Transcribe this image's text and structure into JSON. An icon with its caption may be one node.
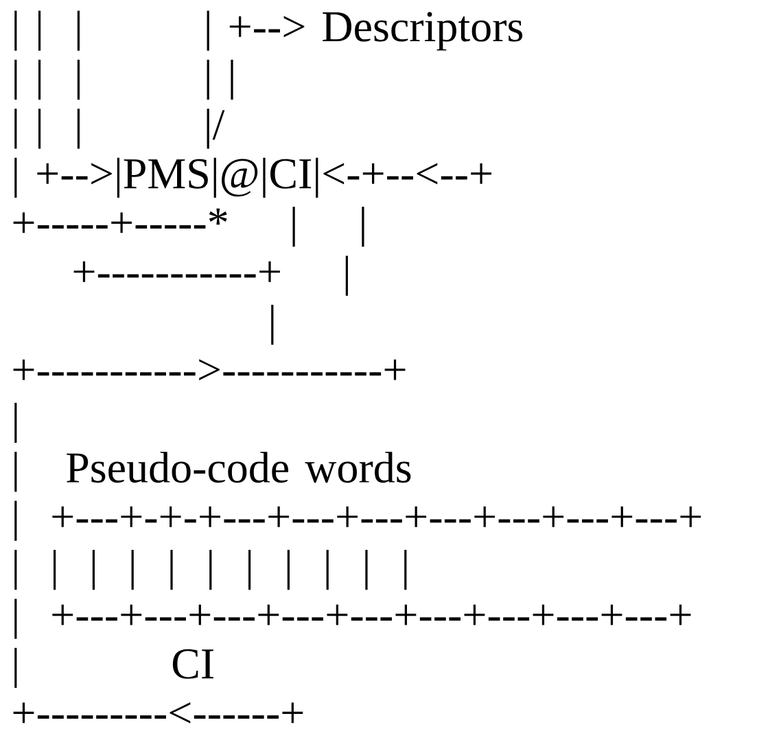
{
  "diagram": {
    "labels": [
      "| |  |        | +--> Descriptors",
      "| |  |        | |",
      "| |  |        |/",
      "| +-->|PMS|@|CI|<-+--<--+",
      "+-----+-----*    |    |",
      "    +-----------+    |",
      "                 |",
      "+----------->-----------+",
      "|",
      "|   Pseudo-code words",
      "|  +---+-+-+---+---+---+---+---+---+---+",
      "|  |  |  |  |  |  |  |  |  |  |",
      "|  +---+---+---+---+---+---+---+---+---+",
      "|          CI",
      "+---------<------+"
    ]
  }
}
